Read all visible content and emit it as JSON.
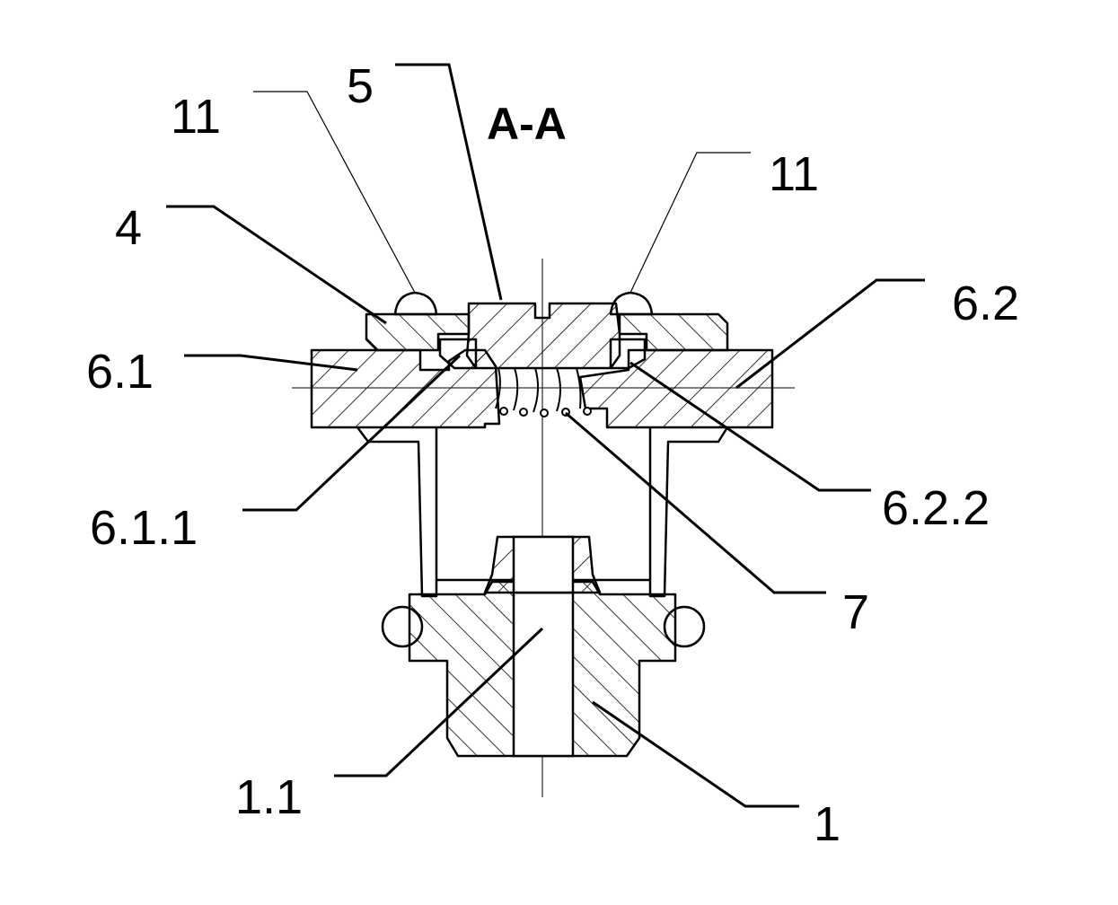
{
  "drawing": {
    "section_title": "A-A",
    "labels": {
      "l5": "5",
      "l11_left": "11",
      "l11_right": "11",
      "l4": "4",
      "l6_2": "6.2",
      "l6_1": "6.1",
      "l6_1_1": "6.1.1",
      "l6_2_2": "6.2.2",
      "l7": "7",
      "l1_1": "1.1",
      "l1": "1"
    }
  }
}
